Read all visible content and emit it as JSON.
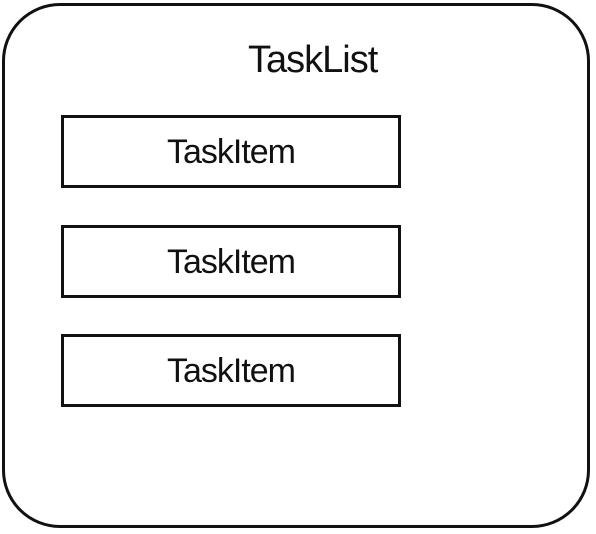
{
  "diagram": {
    "container": {
      "title": "TaskList"
    },
    "items": [
      {
        "label": "TaskItem"
      },
      {
        "label": "TaskItem"
      },
      {
        "label": "TaskItem"
      }
    ]
  }
}
